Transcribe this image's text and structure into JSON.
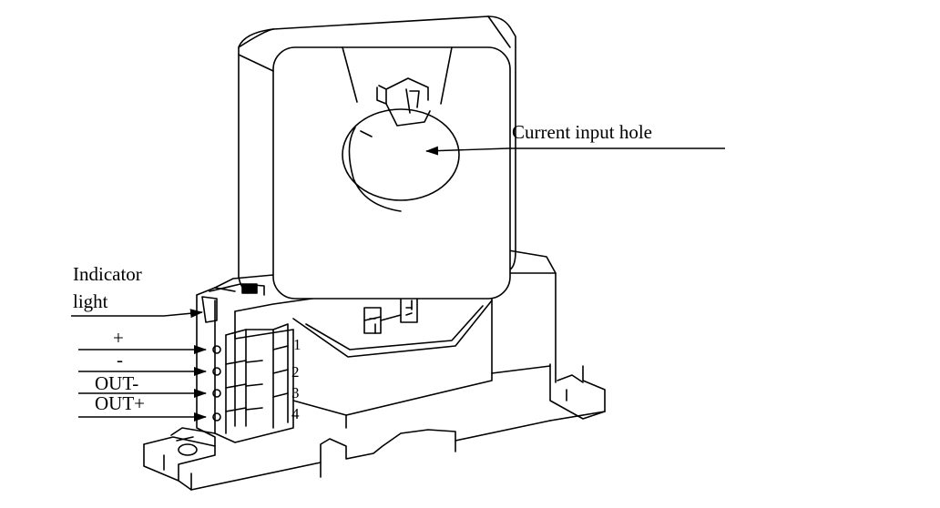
{
  "labels": {
    "current_input_hole": "Current input hole",
    "indicator_line1": "Indicator",
    "indicator_line2": "light",
    "plus": "+",
    "minus": "-",
    "out_minus": "OUT-",
    "out_plus": "OUT+"
  },
  "terminal_numbers": [
    "1",
    "2",
    "3",
    "4"
  ],
  "colors": {
    "ink": "#000000",
    "paper": "#ffffff"
  }
}
